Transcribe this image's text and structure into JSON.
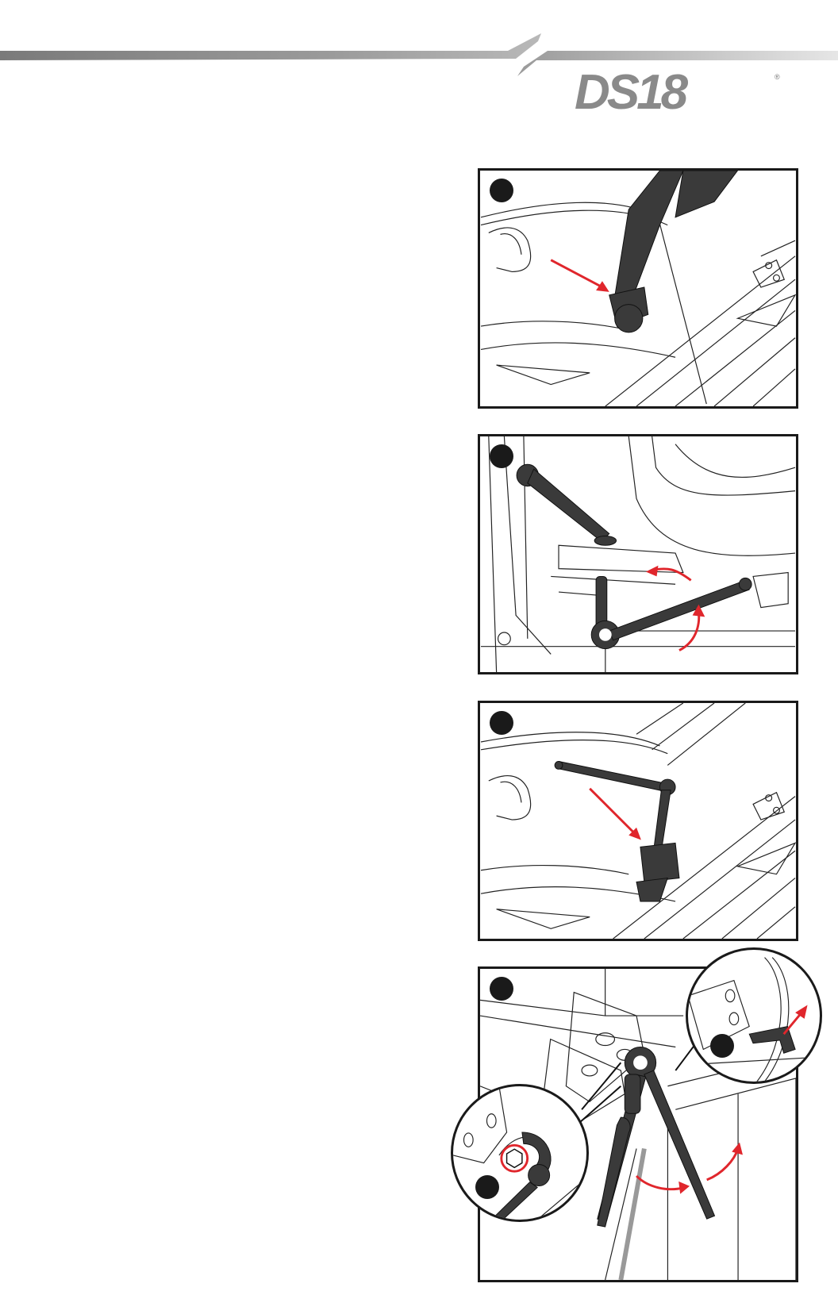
{
  "header": {
    "brand": "DS18",
    "registered_mark": "®"
  },
  "colors": {
    "step_dot": "#1a1a1a",
    "arrow": "#e0262c",
    "tool": "#3a3a3a",
    "header_bar": "#8e8e8e"
  },
  "steps": [
    {
      "id": 1,
      "icon": "ratchet-strap-icon",
      "arrow": "red-arrow-icon"
    },
    {
      "id": 2,
      "icon": "ratchet-wrench-icon",
      "arrow": "rotate-arrows-icon"
    },
    {
      "id": 3,
      "icon": "ratchet-wrench-icon",
      "arrow": "red-arrow-icon"
    },
    {
      "id": 4,
      "icon": "wrench-icon",
      "arrow": "rotate-arrows-icon"
    }
  ]
}
